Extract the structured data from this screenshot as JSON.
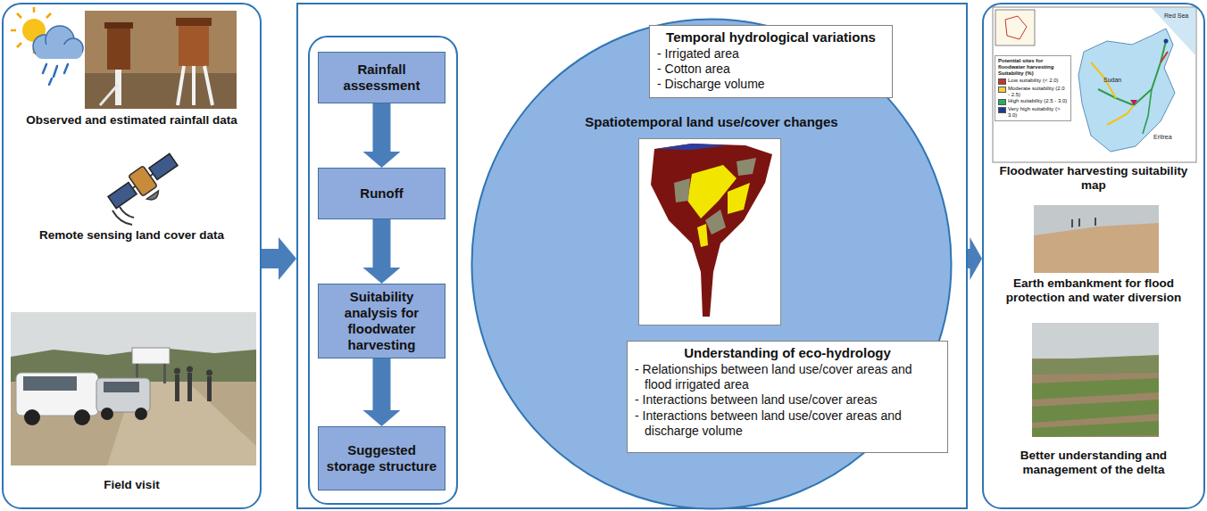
{
  "diagram": {
    "nodes": [
      {
        "text": [
          "Observed and estimated rainfall data",
          "Remote sensing land cover data",
          "Field visit"
        ]
      },
      {
        "text": []
      },
      {
        "text": [],
        "in": 1
      },
      {
        "text": [
          "Rainfall assessment"
        ],
        "in": 2
      },
      {
        "text": [
          "Runoff"
        ],
        "in": 2
      },
      {
        "text": [
          "Suitability analysis for floodwater harvesting"
        ],
        "in": 2
      },
      {
        "text": [
          "Suggested storage structure"
        ],
        "in": 2
      },
      {
        "text": [
          "Spatiotemporal land use/cover changes"
        ],
        "in": 1
      },
      {
        "text": [
          "Temporal hydrological variations",
          "- Irrigated area",
          "- Cotton area",
          "- Discharge volume"
        ],
        "in": 7
      },
      {
        "text": [
          "Understanding of eco-hydrology",
          "- Relationships between land use/cover areas and flood irrigated area",
          "- Interactions between land use/cover areas",
          "- Interactions between land use/cover areas and discharge volume"
        ],
        "in": 7
      },
      {
        "text": [
          "Floodwater harvesting suitability map",
          "Earth embankment for flood protection and water diversion",
          "Better understanding and management of the delta"
        ]
      }
    ],
    "edges": [
      {
        "from": 0,
        "to": 1,
        "arrow": "to"
      },
      {
        "from": 1,
        "to": 10,
        "arrow": "to"
      },
      {
        "from": 3,
        "to": 4,
        "arrow": "to"
      },
      {
        "from": 4,
        "to": 5,
        "arrow": "to"
      },
      {
        "from": 5,
        "to": 6,
        "arrow": "to"
      }
    ],
    "labels": [
      "Sudan",
      "Eritrea",
      "Red Sea",
      "Potential sites for floodwater harvesting",
      "Suitability (%)"
    ],
    "legend": [
      {
        "text": "Low suitability (< 2.0)",
        "color": "#c0392b"
      },
      {
        "text": "Moderate suitability (2.0 - 2.5)",
        "color": "#f4d03f"
      },
      {
        "text": "High suitability (2.5 - 3.0)",
        "color": "#27ae60"
      },
      {
        "text": "Very high suitability (> 3.0)",
        "color": "#1f3a93"
      }
    ]
  }
}
